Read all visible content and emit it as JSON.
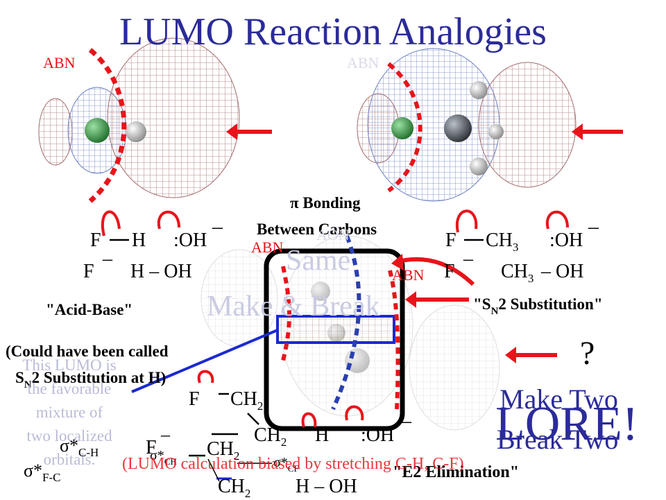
{
  "title": "LUMO Reaction Analogies",
  "labels": {
    "abn_top_left": "ABN",
    "abn_top_right": "ABN",
    "abn_mid": "ABN",
    "abn_right": "ABN",
    "aon": "AON",
    "pi_bonding_line1": "π Bonding",
    "pi_bonding_line2": "Between Carbons",
    "same": "Same",
    "make_break": "Make & Break",
    "make_two": "Make Two",
    "break_two": "Break Two",
    "lore": "LORE!",
    "question": "?"
  },
  "acid_base": {
    "r1_f": "F",
    "r1_h": "H",
    "r1_oh": ":OH",
    "r1_charge": "–",
    "r2_f": "F",
    "r2_f_charge": "–",
    "r2_hoh": "H – OH",
    "caption": "\"Acid-Base\""
  },
  "sn2": {
    "r1_f": "F",
    "r1_ch": "CH",
    "r1_ch_sub": "3",
    "r1_oh": ":OH",
    "r1_charge": "–",
    "r2_f": "F",
    "r2_f_charge": "–",
    "r2_ch": "CH",
    "r2_ch_sub": "3",
    "r2_oh": "– OH",
    "caption": "\"S",
    "caption_sub": "N",
    "caption_rest": "2 Substitution\""
  },
  "e2": {
    "f": "F",
    "ch2_top": "CH",
    "ch2_top_sub": "2",
    "ch2_mid": "CH",
    "ch2_mid_sub": "2",
    "h": "H",
    "oh": ":OH",
    "oh_charge": "–",
    "p_f": "F",
    "p_f_charge": "–",
    "p_ch2_a": "CH",
    "p_ch2_a_sub": "2",
    "p_ch2_b": "CH",
    "p_ch2_b_sub": "2",
    "p_hoh": "H – OH",
    "caption": "\"E2 Elimination\"",
    "sigma_ch": "σ*",
    "sigma_ch_sub": "CH",
    "sigma_cf": "σ*",
    "sigma_cf_sub": "CF"
  },
  "note_could": "(Could have been called",
  "note_sn2_a": "S",
  "note_sn2_sub": "N",
  "note_sn2_b": "2 Substitution at H)",
  "lumo_note": "(LUMO calculation biased by stretching C-H, C-F)",
  "favorable": {
    "line1": "This LUMO is",
    "line2": "the favorable",
    "line3": "mixture of",
    "line4": "two localized",
    "line5": "orbitals.",
    "sig1": "σ*",
    "sig1_sub": "C-H",
    "sig2": "σ*",
    "sig2_sub": "F-C"
  },
  "colors": {
    "title": "#2b2b9a",
    "red": "#e8141a",
    "blue": "#1a2ad0",
    "mesh_red": "#a36a6a",
    "mesh_blue": "#6a7fc0",
    "green_atom": "#2f8a3c"
  }
}
